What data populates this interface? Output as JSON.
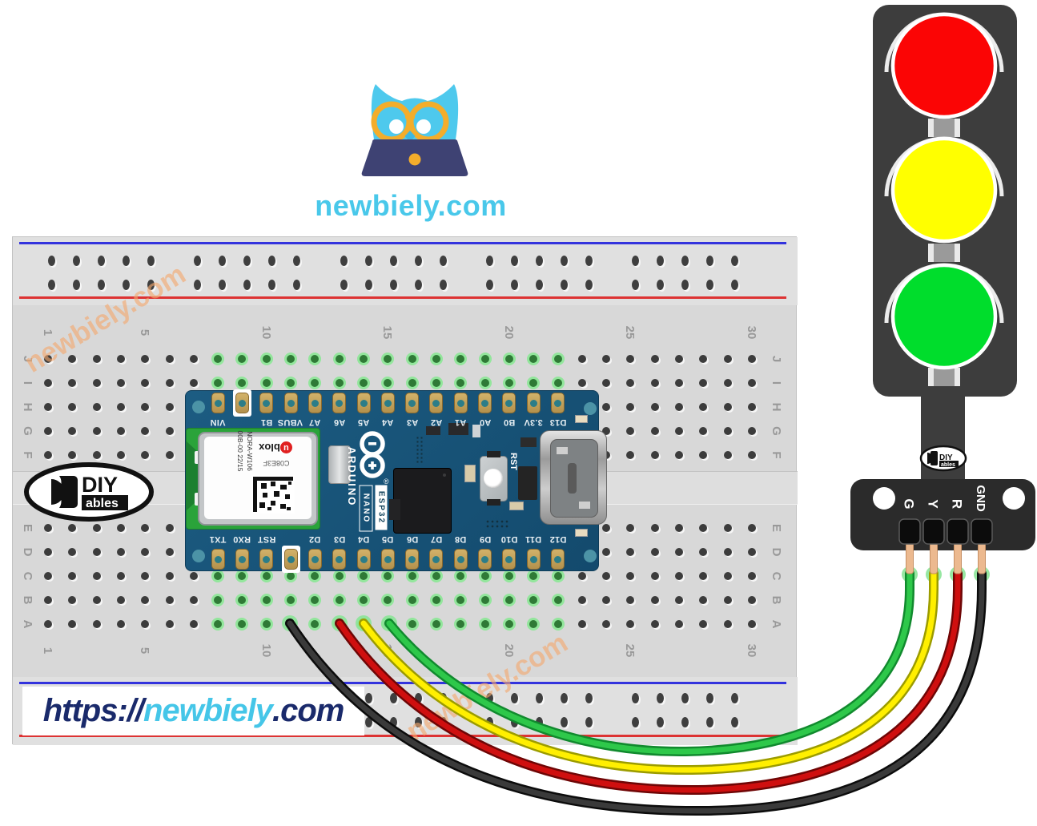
{
  "site": {
    "logo_text": "newbiely.com",
    "url_prefix": "https://",
    "url_brand": "newbiely",
    "url_suffix": ".com",
    "watermark": "newbiely.com",
    "brand_color": "#49c8ea",
    "url_dark_color": "#1a2a6b"
  },
  "breadboard": {
    "top_row_letters": [
      "J",
      "I",
      "H",
      "G",
      "F"
    ],
    "bottom_row_letters": [
      "E",
      "D",
      "C",
      "B",
      "A"
    ],
    "column_numbers": [
      "1",
      "5",
      "10",
      "15",
      "20",
      "25",
      "30"
    ],
    "highlight_rows": [
      "J",
      "I",
      "C",
      "B",
      "A"
    ],
    "highlight_col_start": 8,
    "highlight_col_end": 22,
    "rail_blue": "#3333dd",
    "rail_red": "#dd3333"
  },
  "arduino": {
    "brand": "ARDUINO",
    "model_top": "NANO",
    "model_bottom": "ESP32",
    "reset_label": "RST",
    "top_pins": [
      "VIN",
      "",
      "B1",
      "VBUS",
      "A7",
      "A6",
      "A5",
      "A4",
      "A3",
      "A2",
      "A1",
      "A0",
      "B0",
      "3.3V",
      "D13"
    ],
    "top_gnd_index": 1,
    "bottom_pins": [
      "TX1",
      "RX0",
      "RST",
      "",
      "D2",
      "D3",
      "D4",
      "D5",
      "D6",
      "D7",
      "D8",
      "D9",
      "D10",
      "D11",
      "D12"
    ],
    "bottom_gnd_index": 3,
    "radio_module": {
      "brand_dot": "u",
      "brand_rest": "blox",
      "code": "C08E3F",
      "marking1": "00B-00 22/15",
      "marking2": "NORA-W106"
    }
  },
  "diyables_badge": {
    "line1": "DIY",
    "line2": "ables"
  },
  "traffic_light": {
    "pin_labels": [
      "G",
      "Y",
      "R",
      "GND"
    ],
    "light_colors": [
      "#fb0505",
      "#ffff00",
      "#00dd2c"
    ],
    "body_color": "#3d3d3d",
    "base_color": "#2b2b2b",
    "badge": {
      "line1": "DIY",
      "line2": "ables"
    }
  },
  "wires": [
    {
      "name": "green",
      "module_pin": "G",
      "core": "#2ec84a",
      "edge": "#118a2e"
    },
    {
      "name": "yellow",
      "module_pin": "Y",
      "core": "#ffef00",
      "edge": "#9c9c00"
    },
    {
      "name": "red",
      "module_pin": "R",
      "core": "#cf0f0f",
      "edge": "#6f0606"
    },
    {
      "name": "black",
      "module_pin": "GND",
      "core": "#3a3a3a",
      "edge": "#0c0c0c"
    }
  ]
}
